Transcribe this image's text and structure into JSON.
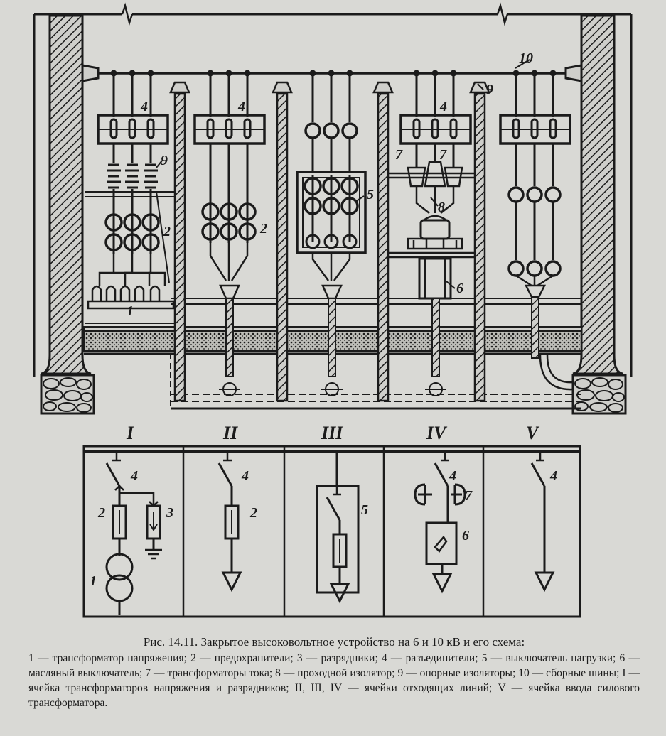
{
  "labels": {
    "n1": "1",
    "n2": "2",
    "n3": "3",
    "n4": "4",
    "n5": "5",
    "n6": "6",
    "n7": "7",
    "n8": "8",
    "n9": "9",
    "n10": "10"
  },
  "cells": [
    "I",
    "II",
    "III",
    "IV",
    "V"
  ],
  "caption": {
    "title": "Рис. 14.11. Закрытое высоковольтное устройство на 6 и 10 кВ и его схема:",
    "body": "1 — трансформатор напряжения; 2 — предохранители; 3 — разрядники; 4 — разъединители; 5 — выключатель нагрузки; 6 — масляный выключатель; 7 — трансформаторы тока; 8 — проходной изолятор; 9 — опорные изоляторы; 10 — сборные шины; I — ячейка трансформаторов напряжения и разрядников; II, III, IV — ячейки отходящих линий; V — ячейка ввода силового трансформатора."
  },
  "colors": {
    "ink": "#1b1b1b",
    "paper": "#d9d9d5"
  }
}
